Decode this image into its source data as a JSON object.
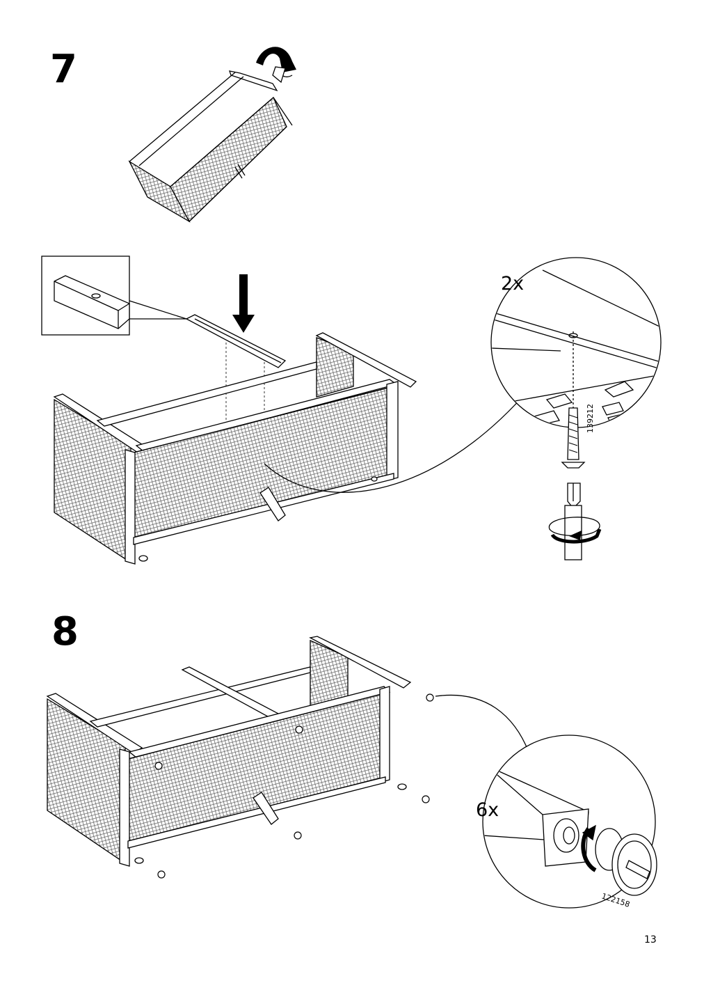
{
  "step7": {
    "number": "7",
    "detail_quantity": "2x",
    "screw_part_number": "139212"
  },
  "step8": {
    "number": "8",
    "detail_quantity": "6x",
    "foot_part_number": "122158"
  },
  "page_number": "13",
  "icons": [
    "rotate-frame-arrow-icon",
    "down-arrow-icon",
    "screwdriver-icon",
    "turn-clockwise-icon"
  ]
}
